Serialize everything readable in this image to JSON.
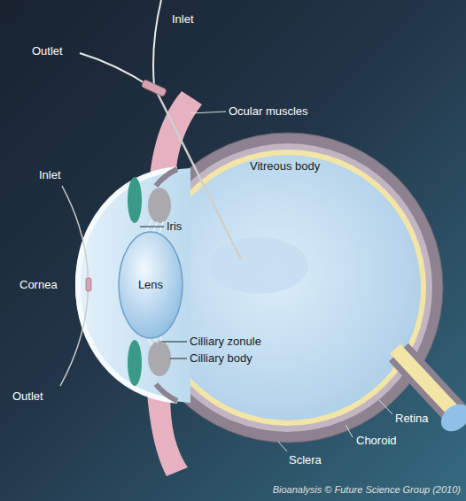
{
  "diagram": {
    "labels": [
      "Inlet",
      "Outlet",
      "Ocular muscles",
      "Vitreous body",
      "Iris",
      "Inlet",
      "Cornea",
      "Lens",
      "Outlet",
      "Cilliary zonule",
      "Cilliary body",
      "Retina",
      "Choroid",
      "Sclera",
      "Bioanalysis © Future Science Group (2010)"
    ]
  }
}
